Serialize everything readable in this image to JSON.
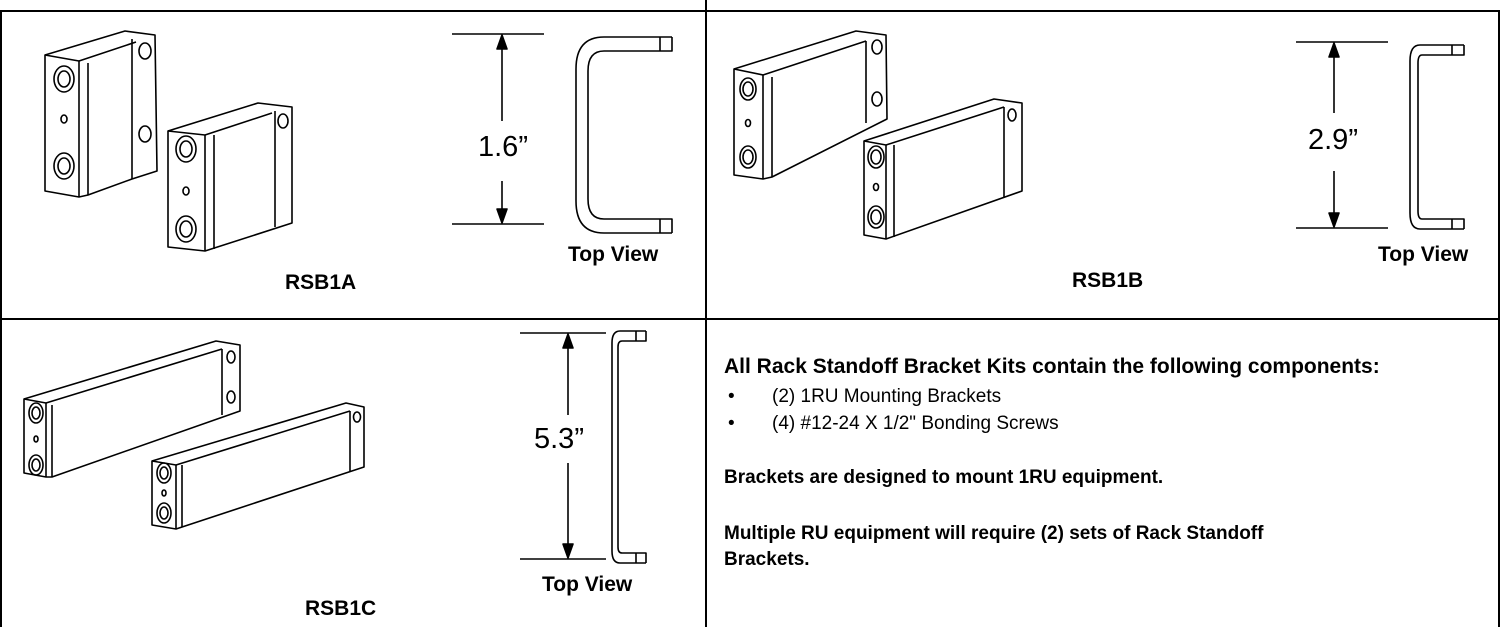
{
  "panels": {
    "rsb1a": {
      "label": "RSB1A",
      "dimension": "1.6”",
      "top_view": "Top View"
    },
    "rsb1b": {
      "label": "RSB1B",
      "dimension": "2.9”",
      "top_view": "Top View"
    },
    "rsb1c": {
      "label": "RSB1C",
      "dimension": "5.3”",
      "top_view": "Top View"
    }
  },
  "notes": {
    "heading": "All Rack Standoff Bracket Kits contain the following components:",
    "items": [
      "(2) 1RU Mounting Brackets",
      "(4) #12-24 X 1/2\" Bonding Screws"
    ],
    "bullet": "•",
    "line1": "Brackets are designed to mount 1RU equipment.",
    "line2a": "Multiple RU equipment will require (2) sets of Rack Standoff",
    "line2b": "Brackets."
  }
}
